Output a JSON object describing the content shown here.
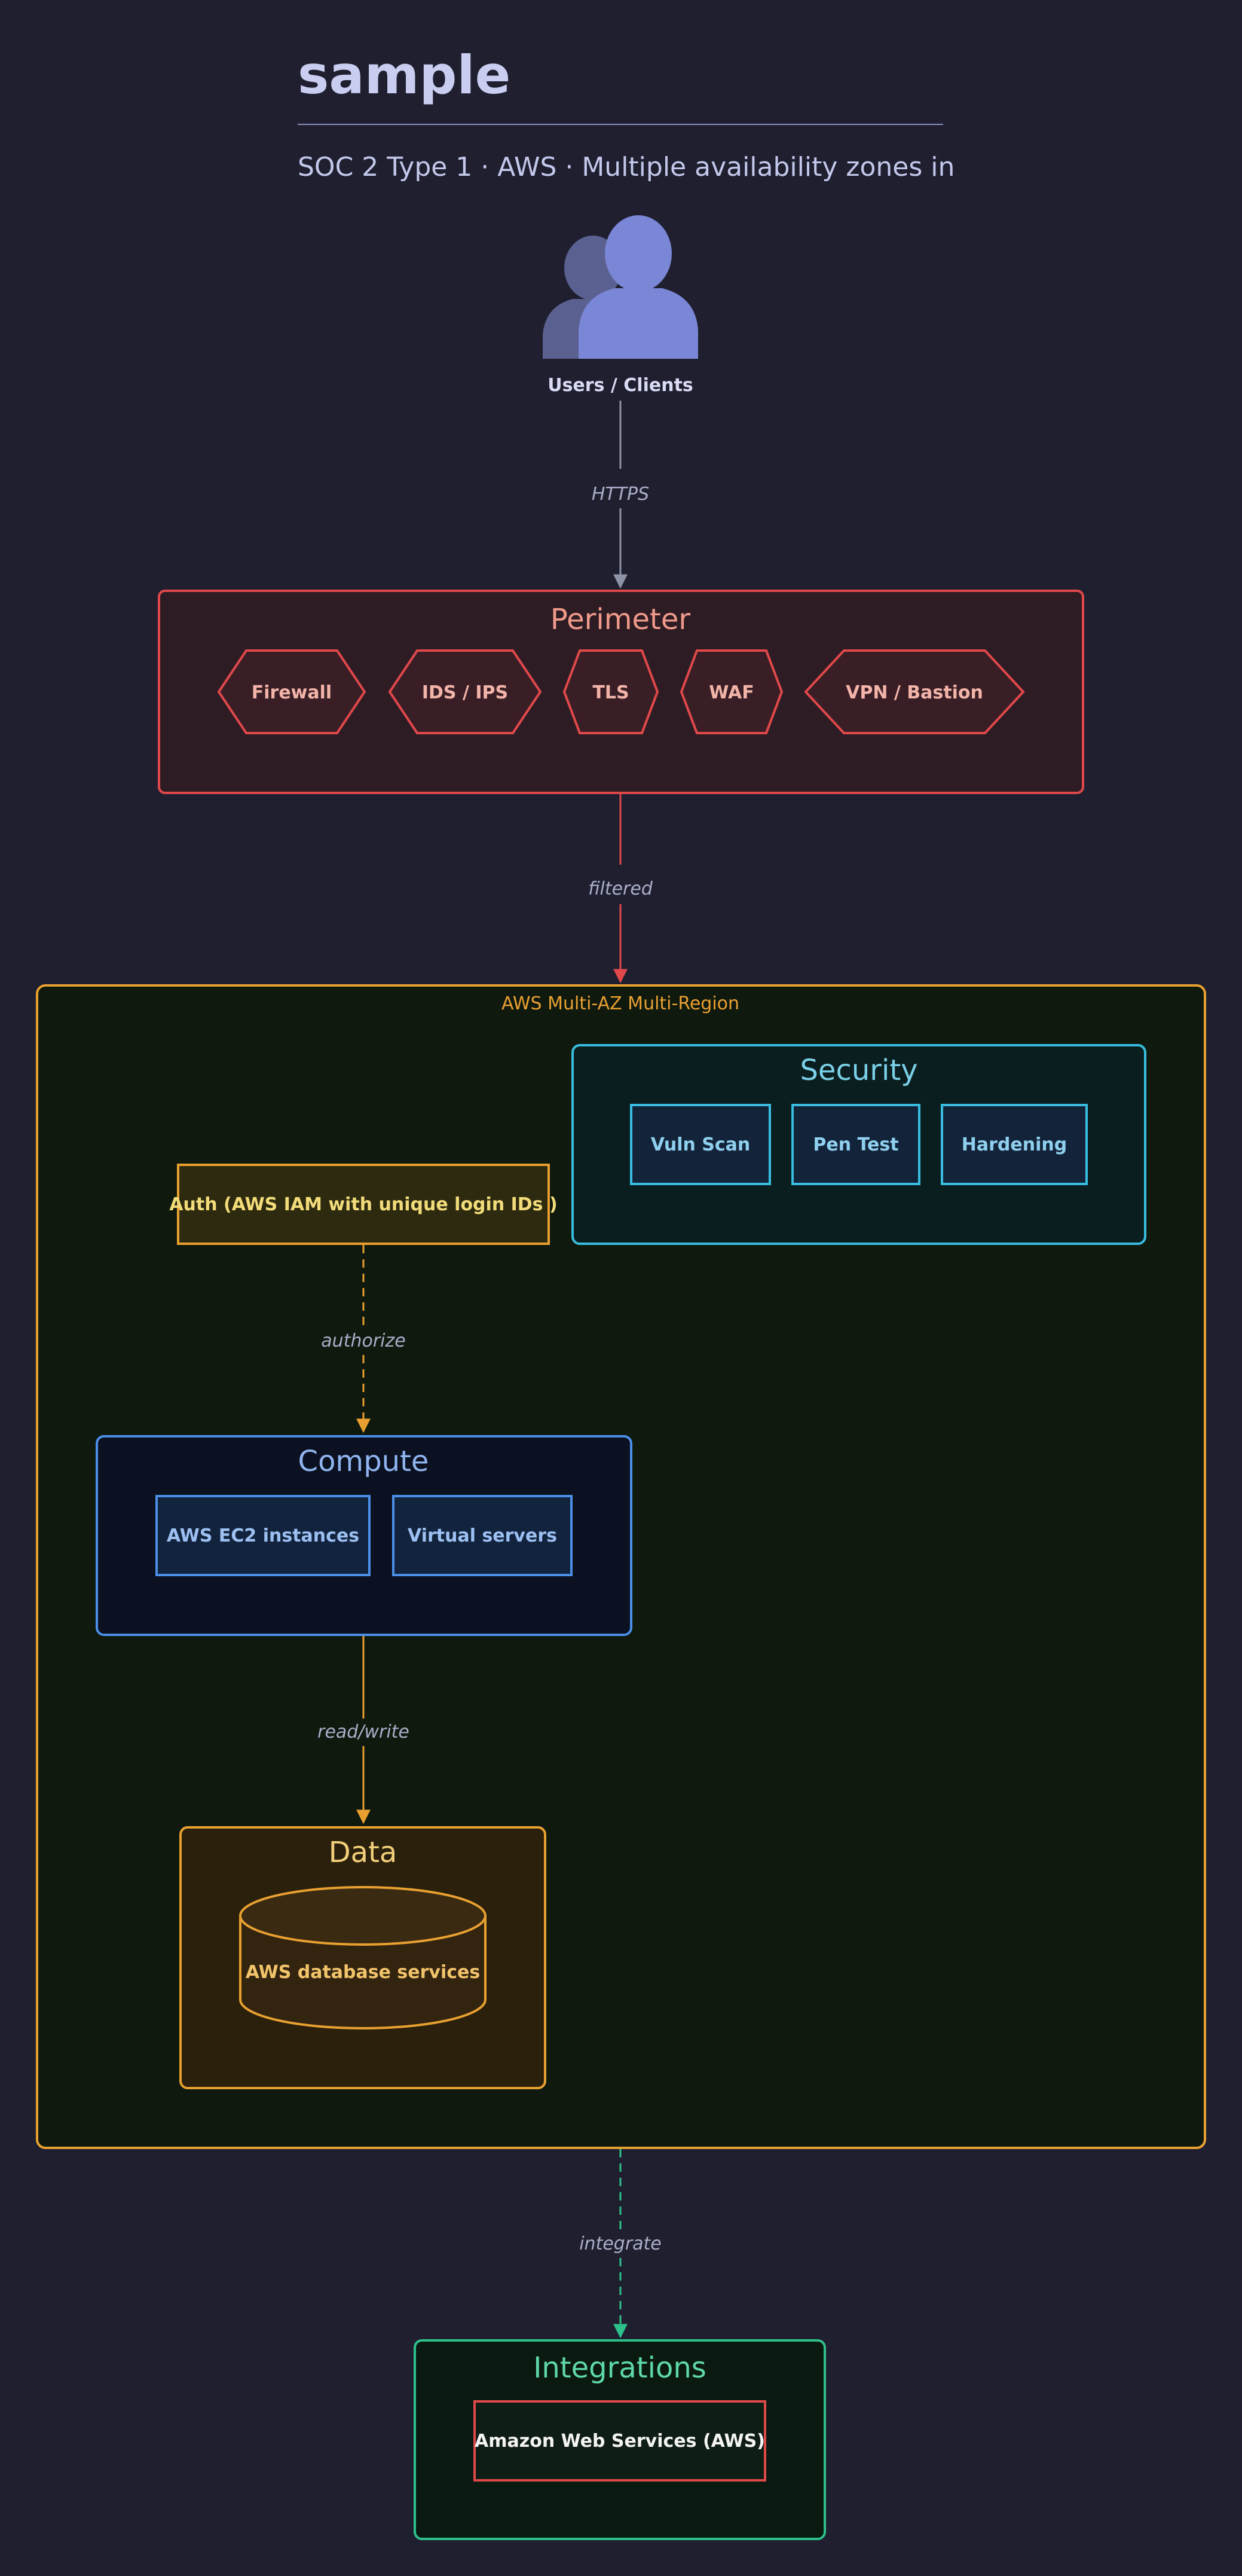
{
  "title": "sample",
  "subtitle": "SOC 2 Type 1 · AWS · Multiple availability zones in",
  "users": {
    "label": "Users / Clients"
  },
  "edges": {
    "users_perimeter": "HTTPS",
    "perimeter_region": "filtered",
    "auth_compute": "authorize",
    "compute_data": "read/write",
    "region_integrations": "integrate"
  },
  "perimeter": {
    "title": "Perimeter",
    "items": [
      "Firewall",
      "IDS / IPS",
      "TLS",
      "WAF",
      "VPN / Bastion"
    ]
  },
  "region": {
    "label": "AWS Multi-AZ Multi-Region"
  },
  "security": {
    "title": "Security",
    "items": [
      "Vuln Scan",
      "Pen Test",
      "Hardening"
    ]
  },
  "auth": {
    "label": "Auth (AWS IAM with unique login IDs )"
  },
  "compute": {
    "title": "Compute",
    "items": [
      "AWS EC2 instances",
      "Virtual servers"
    ]
  },
  "data_group": {
    "title": "Data",
    "database": "AWS database services"
  },
  "integrations": {
    "title": "Integrations",
    "items": [
      "Amazon Web Services (AWS)"
    ]
  },
  "colors": {
    "background": "#1f1f30",
    "perimeter": "#e0484a",
    "region": "#e8a030",
    "security": "#38bde0",
    "compute": "#4b8fe8",
    "data": "#e8a030",
    "integrations": "#2ec08a",
    "users_icon": "#7a86d6"
  }
}
